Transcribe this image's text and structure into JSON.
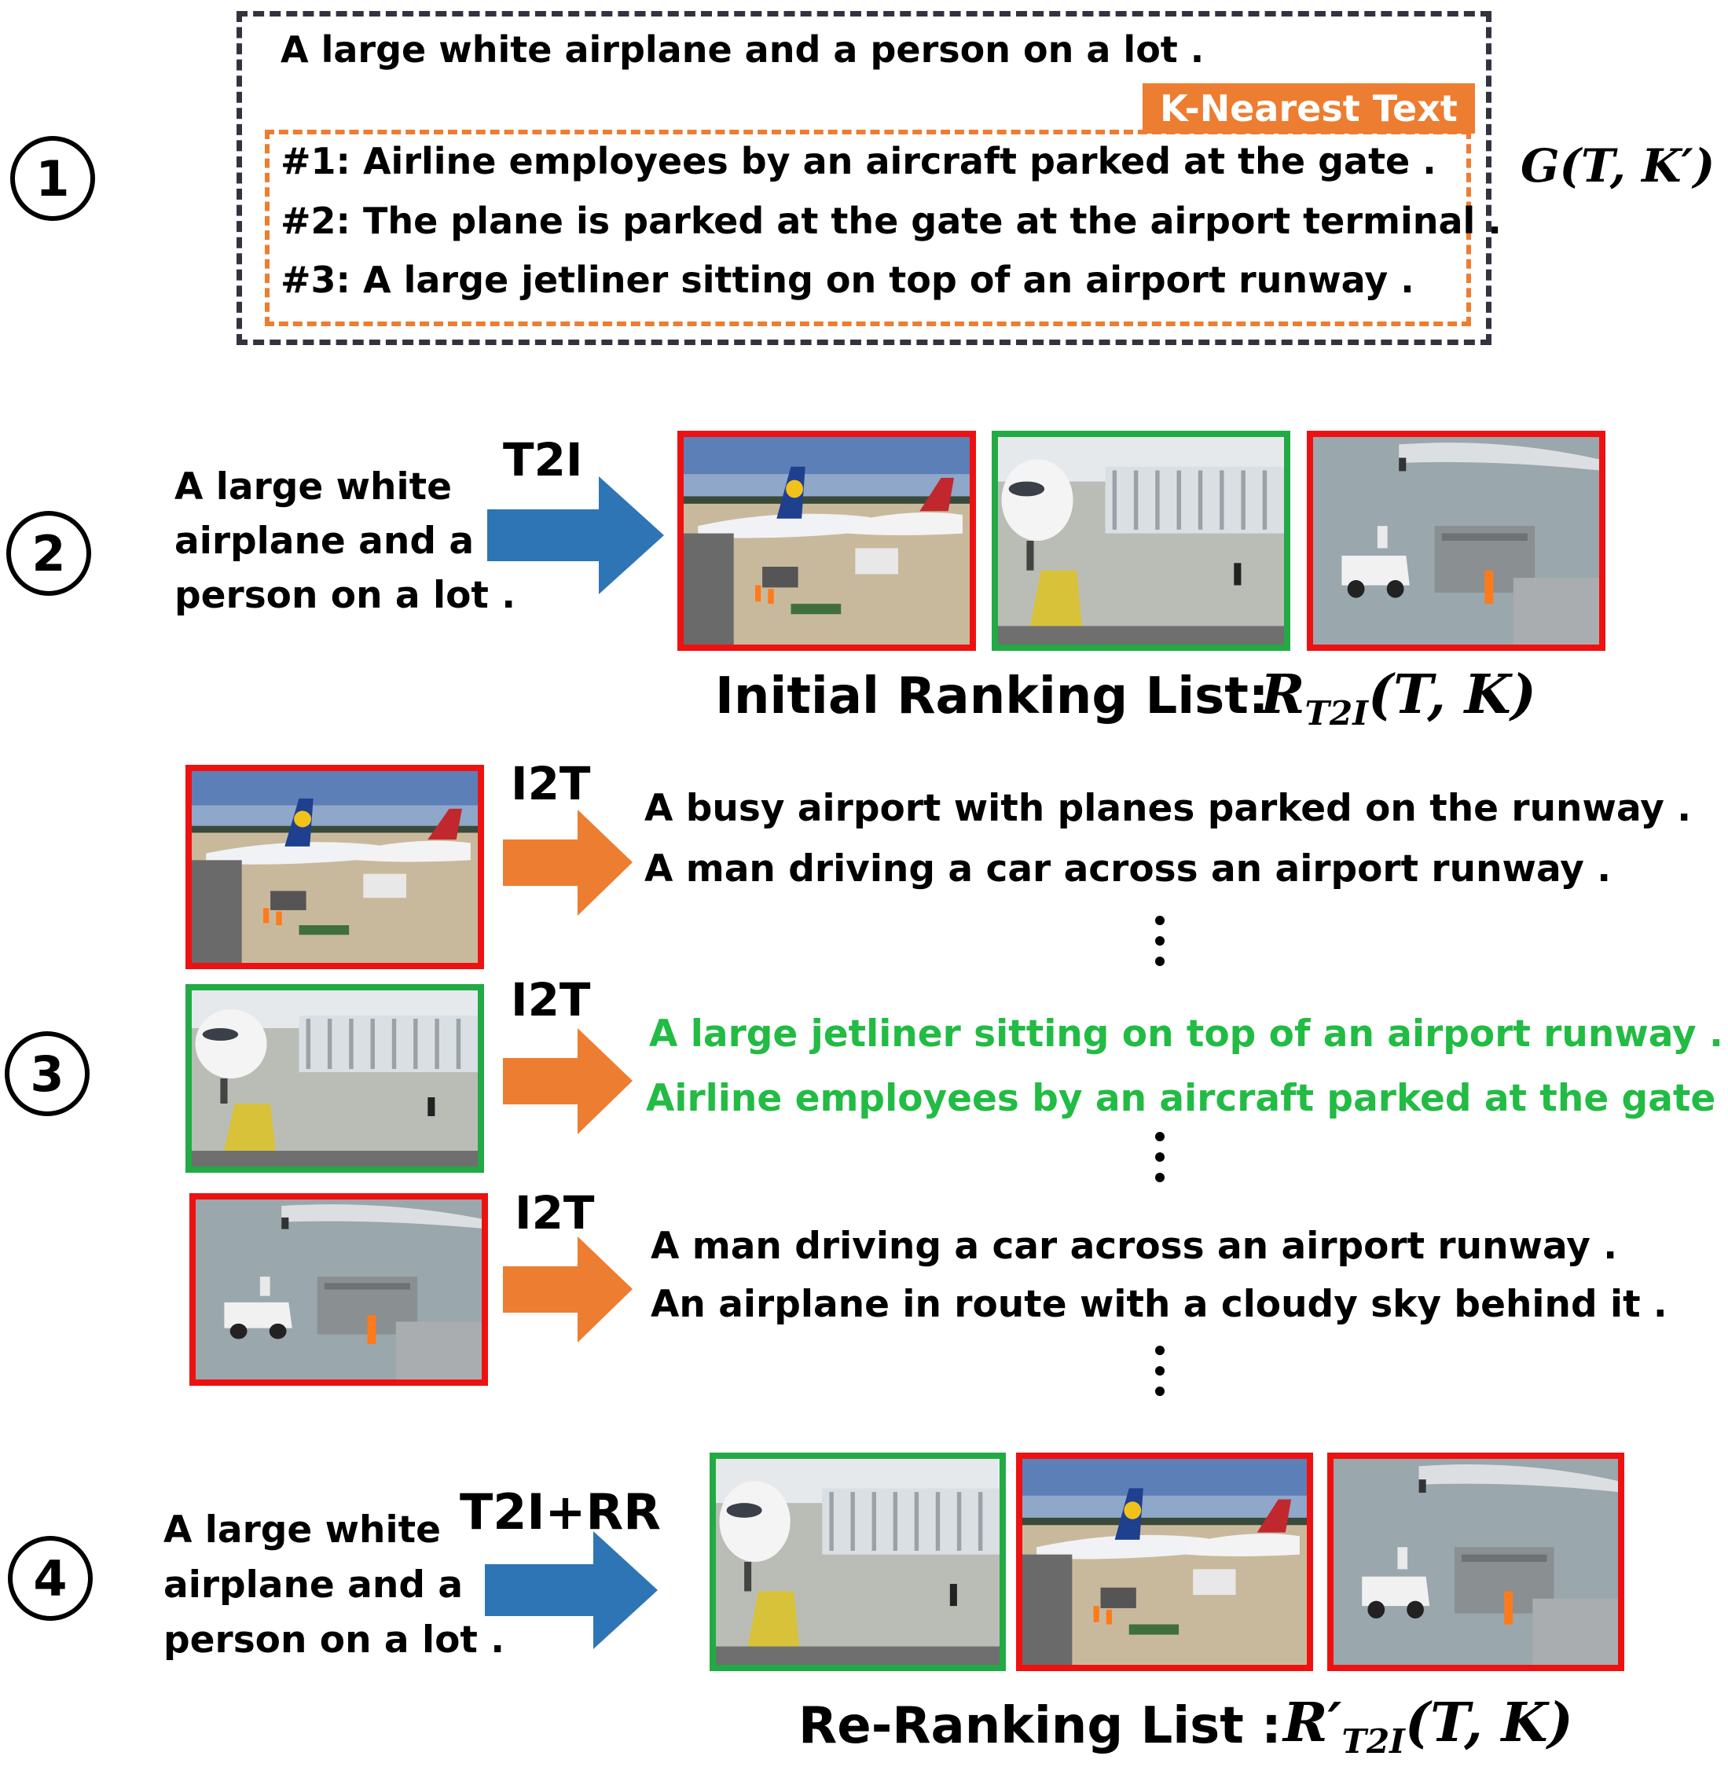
{
  "colors": {
    "blue_arrow": "#2e75b6",
    "orange_arrow": "#ed7d31",
    "red_frame": "#ee1111",
    "green_frame": "#22aa44",
    "green_text": "#22bb44",
    "orange_label_bg": "#ed7d31",
    "dark_dash": "#333340"
  },
  "step1": {
    "number": "1",
    "query": "A large white airplane and a person on a lot .",
    "knn_label": "K-Nearest Text",
    "neighbors": [
      "#1: Airline employees by an aircraft parked at the gate .",
      "#2: The plane is parked at the gate at the airport terminal .",
      "#3: A large jetliner sitting on top of an airport runway ."
    ],
    "formula": "G(T, K′)"
  },
  "step2": {
    "number": "2",
    "query_lines": [
      "A large white",
      "airplane and a",
      "person on a lot ."
    ],
    "arrow_label": "T2I",
    "images": [
      {
        "scene": "airport-apron-scene",
        "frame": "red"
      },
      {
        "scene": "jet-bridge-scene",
        "frame": "green"
      },
      {
        "scene": "baggage-tug-scene",
        "frame": "red"
      }
    ],
    "caption": "Initial Ranking List:",
    "formula_main": "R",
    "formula_sub": "T2I",
    "formula_args": "(T, K)"
  },
  "step3": {
    "number": "3",
    "rows": [
      {
        "arrow_label": "I2T",
        "frame": "red",
        "texts": [
          "A busy airport with planes parked on the runway .",
          "A man driving a car across an airport runway ."
        ],
        "green": false
      },
      {
        "arrow_label": "I2T",
        "frame": "green",
        "texts": [
          "A large jetliner sitting on top of an airport runway .",
          "Airline employees by an aircraft parked at the gate ."
        ],
        "green": true
      },
      {
        "arrow_label": "I2T",
        "frame": "red",
        "texts": [
          "A man driving a car across an airport runway .",
          "An airplane in route with a cloudy sky behind it ."
        ],
        "green": false
      }
    ]
  },
  "step4": {
    "number": "4",
    "query_lines": [
      "A large white",
      "airplane and a",
      "person on a lot ."
    ],
    "arrow_label": "T2I+RR",
    "images": [
      {
        "scene": "jet-bridge-scene",
        "frame": "green"
      },
      {
        "scene": "airport-apron-scene",
        "frame": "red"
      },
      {
        "scene": "baggage-tug-scene",
        "frame": "red"
      }
    ],
    "caption": "Re-Ranking List :",
    "formula_main": "R′",
    "formula_sub": "T2I",
    "formula_args": "(T, K)"
  }
}
